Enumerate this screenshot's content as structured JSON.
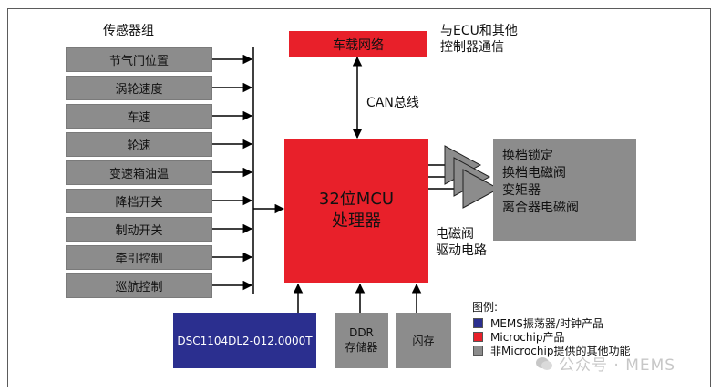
{
  "sensor_group": {
    "title": "传感器组",
    "items": [
      "节气门位置",
      "涡轮速度",
      "车速",
      "轮速",
      "变速箱油温",
      "降档开关",
      "制动开关",
      "牵引控制",
      "巡航控制"
    ]
  },
  "network": {
    "label": "车载网络",
    "note_line1": "与ECU和其他",
    "note_line2": "控制器通信"
  },
  "bus_label": "CAN总线",
  "mcu": {
    "line1": "32位MCU",
    "line2": "处理器"
  },
  "outputs": [
    "换档锁定",
    "换档电磁阀",
    "变矩器",
    "离合器电磁阀"
  ],
  "driver": {
    "line1": "电磁阀",
    "line2": "驱动电路"
  },
  "bottom": {
    "oscillator": "DSC1104DL2-012.0000T",
    "ddr_line1": "DDR",
    "ddr_line2": "存储器",
    "flash": "闪存"
  },
  "legend": {
    "title": "图例:",
    "items": [
      {
        "label": "MEMS振荡器/时钟产品",
        "color": "#2b2f8f"
      },
      {
        "label": "Microchip产品",
        "color": "#e8202a"
      },
      {
        "label": "非Microchip提供的其他功能",
        "color": "#8c8c8c"
      }
    ]
  },
  "watermark": {
    "icon": "wechat-icon",
    "text": "公众号 · MEMS"
  },
  "colors": {
    "red": "#e8202a",
    "gray": "#8c8c8c",
    "navy": "#2b2f8f"
  }
}
